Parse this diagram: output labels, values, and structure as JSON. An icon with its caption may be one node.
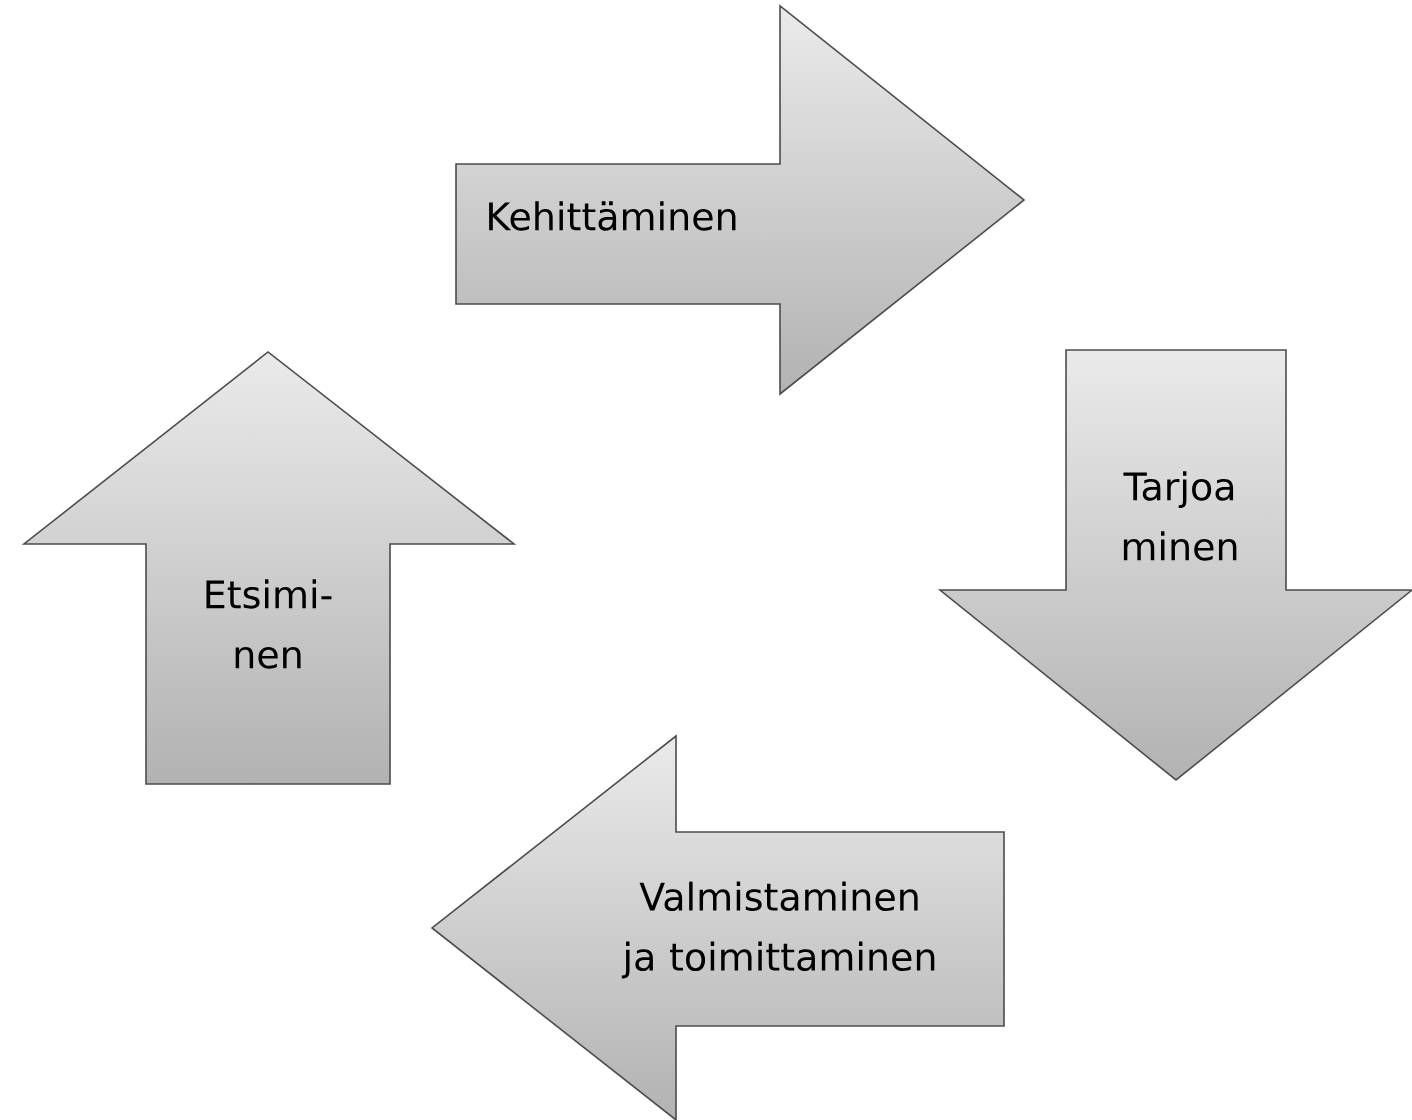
{
  "diagram": {
    "nodes": [
      {
        "text": [
          "Kehittäminen"
        ]
      },
      {
        "text": [
          "Etsimi-nen"
        ]
      },
      {
        "text": [
          "Tarjoa minen"
        ]
      },
      {
        "text": [
          "Valmistaminen ja toimittaminen"
        ]
      }
    ]
  }
}
